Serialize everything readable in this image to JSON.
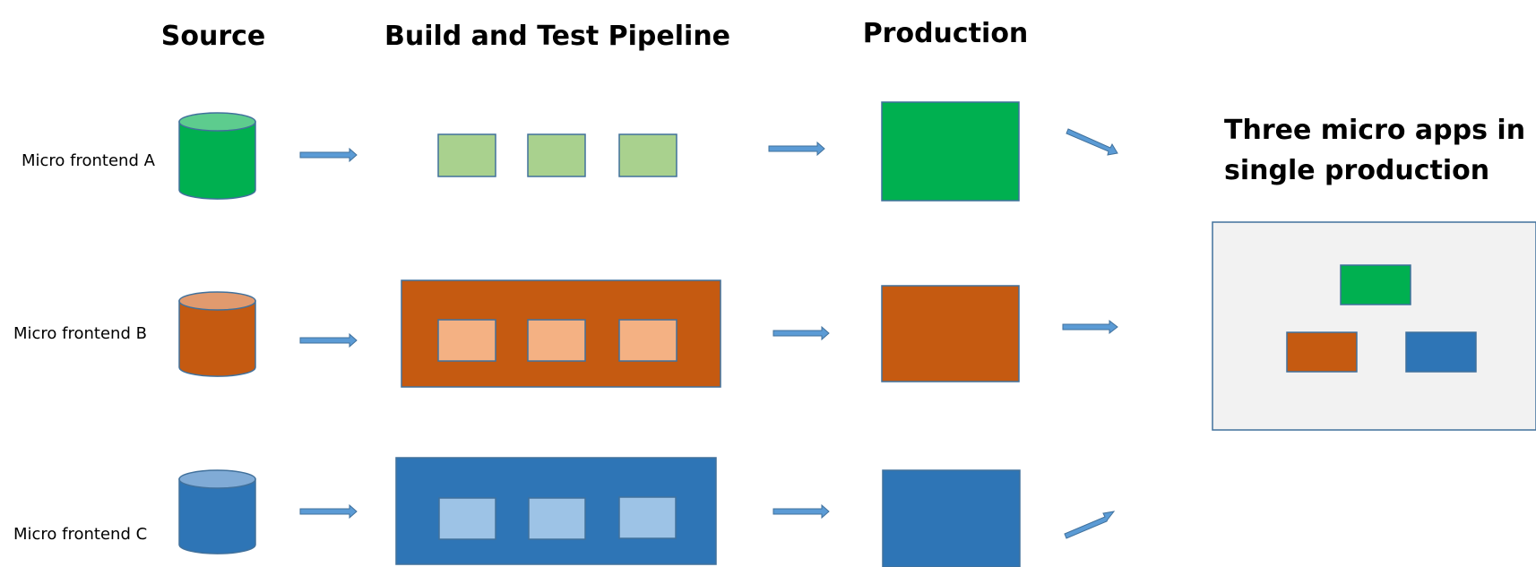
{
  "headers": {
    "source": "Source",
    "pipeline": "Build and Test Pipeline",
    "production": "Production"
  },
  "rows": [
    {
      "label": "Micro frontend A",
      "color": "#00B050",
      "cylinder_top": "#5DCC8E",
      "stage_color": "#A9D18E",
      "container_fill": null
    },
    {
      "label": "Micro frontend B",
      "color": "#C55A11",
      "cylinder_top": "#E19A6E",
      "stage_color": "#F4B183",
      "container_fill": "#C55A11"
    },
    {
      "label": "Micro frontend C",
      "color": "#2E75B6",
      "cylinder_top": "#80ABD6",
      "stage_color": "#9DC3E6",
      "container_fill": "#2E75B6"
    }
  ],
  "final": {
    "title_line1": "Three micro apps in",
    "title_line2": "single production",
    "panel_fill": "#F2F2F2",
    "panel_border": "#41719C"
  },
  "colors": {
    "arrow_fill": "#5B9BD5",
    "arrow_stroke": "#41719C",
    "shape_stroke": "#41719C"
  }
}
